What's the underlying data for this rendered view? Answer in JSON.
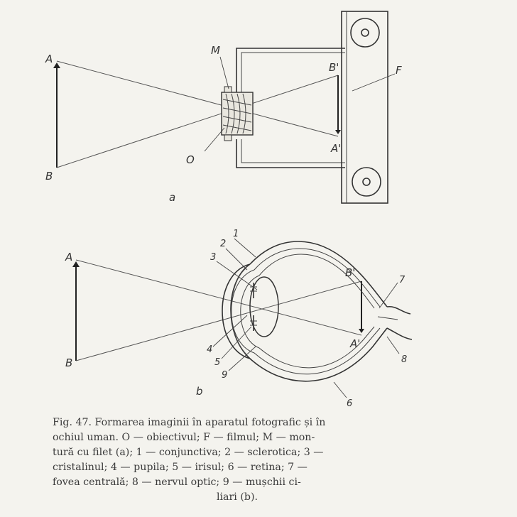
{
  "diagram_a": {
    "labels": {
      "A": "A",
      "B": "B",
      "A_prime": "A'",
      "B_prime": "B'",
      "M": "M",
      "O": "O",
      "F": "F",
      "panel": "a"
    }
  },
  "diagram_b": {
    "labels": {
      "A": "A",
      "B": "B",
      "A_prime": "A'",
      "B_prime": "B'",
      "panel": "b",
      "n1": "1",
      "n2": "2",
      "n3": "3",
      "n4": "4",
      "n5": "5",
      "n6": "6",
      "n7": "7",
      "n8": "8",
      "n9": "9"
    }
  },
  "caption": {
    "lines": [
      "Fig. 47. Formarea imaginii în aparatul fotografic și în",
      "ochiul uman. O — obiectivul; F — filmul; M — mon-",
      "tură cu filet (a); 1 — conjunctiva; 2 — sclerotica; 3 —",
      "cristalinul; 4 — pupila; 5 — irisul; 6 — retina; 7 —",
      "fovea centrală; 8 — nervul optic; 9 — mușchii ci-",
      "liari (b)."
    ]
  }
}
